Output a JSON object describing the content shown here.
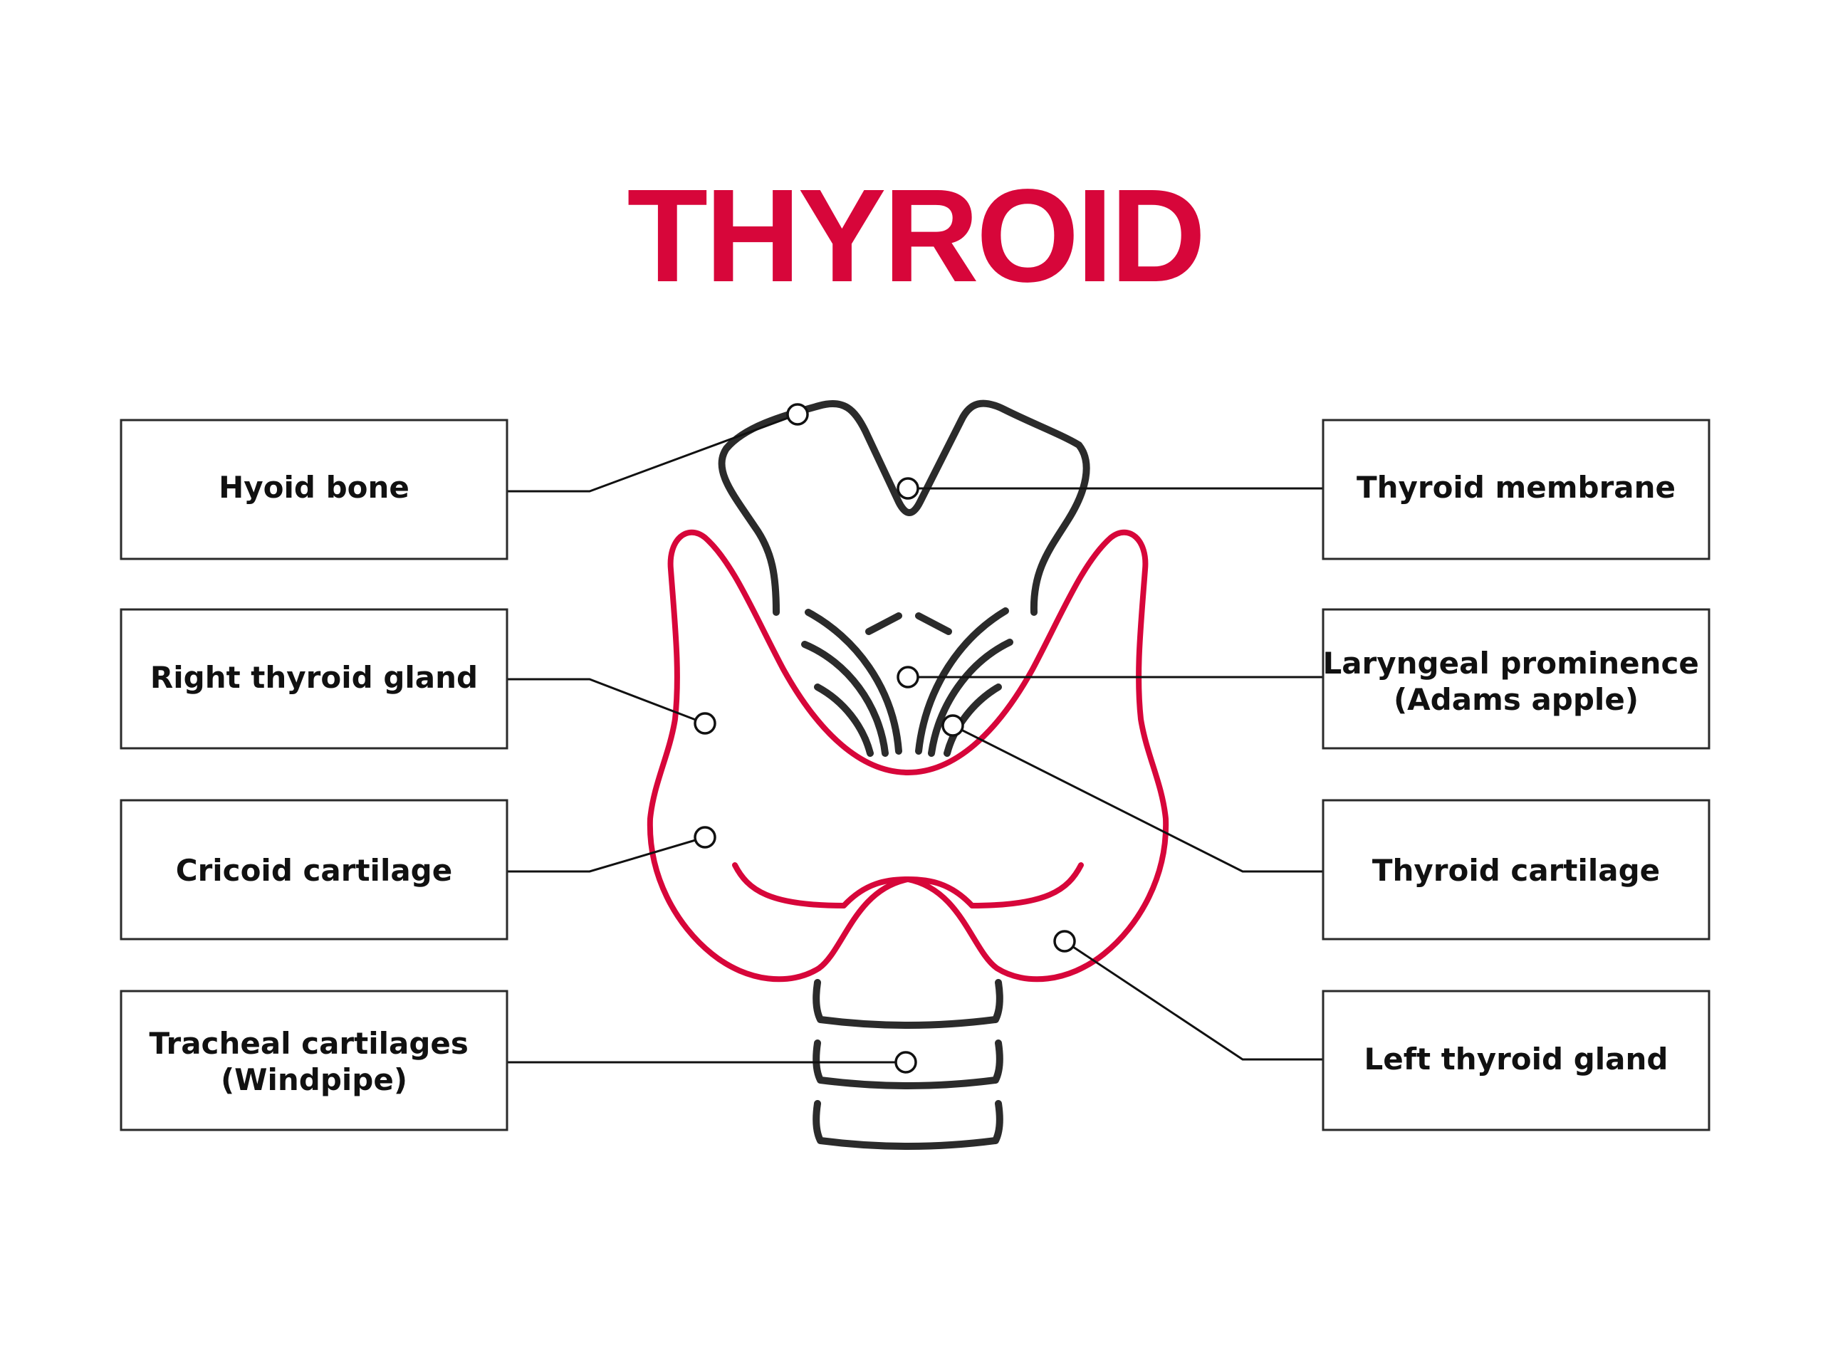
{
  "title": "THYROID",
  "colors": {
    "accent": "#d7063a",
    "outline": "#2b2b2b",
    "text": "#111111"
  },
  "labels": {
    "hyoid_bone": [
      "Hyoid bone"
    ],
    "right_thyroid_gland": [
      "Right thyroid gland"
    ],
    "cricoid_cartilage": [
      "Cricoid cartilage"
    ],
    "tracheal_cartilages": [
      "Tracheal cartilages",
      "(Windpipe)"
    ],
    "thyroid_membrane": [
      "Thyroid membrane"
    ],
    "laryngeal_prominence": [
      "Laryngeal prominence",
      "(Adams apple)"
    ],
    "thyroid_cartilage": [
      "Thyroid cartilage"
    ],
    "left_thyroid_gland": [
      "Left thyroid gland"
    ]
  }
}
